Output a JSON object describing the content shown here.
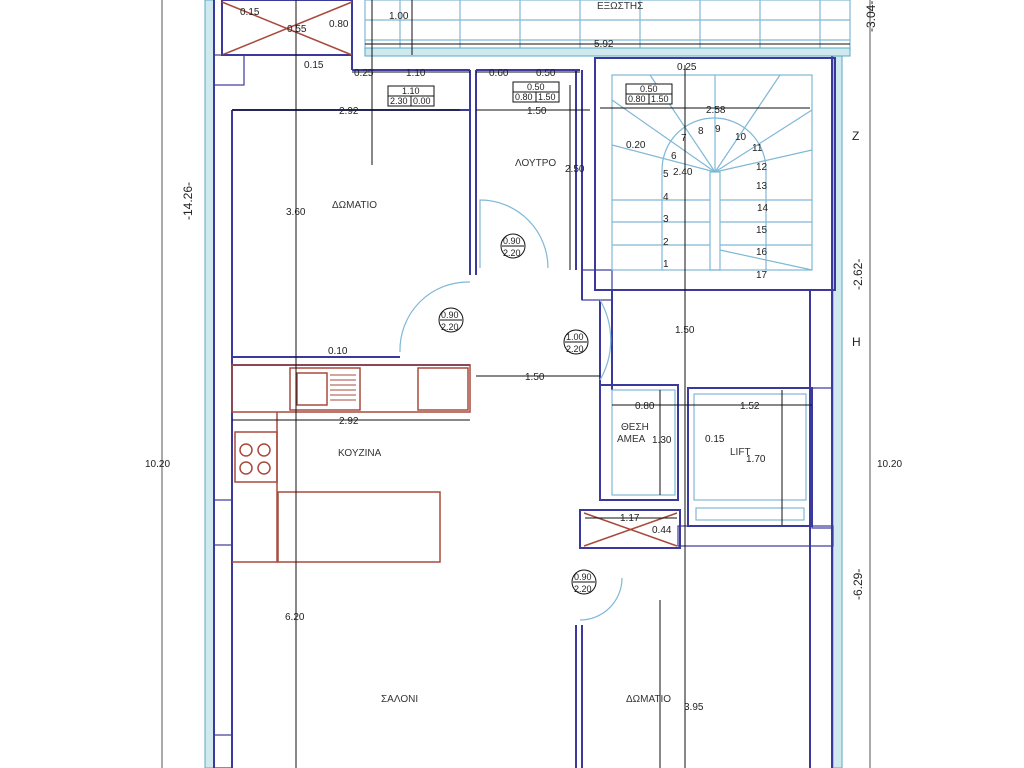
{
  "rooms": {
    "room_top": "ΔΩΜΑΤΙΟ",
    "bathroom": "ΛΟΥΤΡΟ",
    "kitchen": "ΚΟΥΖΙΝΑ",
    "living": "ΣΑΛΟΝΙ",
    "room_bottom": "ΔΩΜΑΤΙΟ",
    "balcony": "ΕΞΩΣΤΗΣ",
    "disabled_spot": [
      "ΘΕΣΗ",
      "ΑΜΕΑ"
    ],
    "lift": "LIFT"
  },
  "dimensions": {
    "d015a": "0.15",
    "d055": "0.55",
    "d080": "0.80",
    "d100": "1.00",
    "d592": "5.92",
    "d015b": "0.15",
    "d025a": "0.25",
    "d110": "1.10",
    "d060": "0.60",
    "d050": "0.50",
    "d025b": "0.25",
    "d292a": "2.92",
    "d150a": "1.50",
    "d258": "2.58",
    "d020": "0.20",
    "d250": "2.50",
    "d240": "2.40",
    "d360": "3.60",
    "d010": "0.10",
    "d150b": "1.50",
    "d150c": "1.50",
    "d292b": "2.92",
    "d080b": "0.80",
    "d152": "1.52",
    "d130": "1.30",
    "d015c": "0.15",
    "d170": "1.70",
    "d117": "1.17",
    "d044": "0.44",
    "d620": "6.20",
    "d395": "3.95",
    "left_total": "-14.26-",
    "left_1020": "10.20",
    "right_1020": "10.20",
    "right_304": "-3.04-",
    "right_262": "-2.62-",
    "right_629": "-6.29-"
  },
  "windows": [
    {
      "w": "1.10",
      "h": "2.30",
      "s": "0.00"
    },
    {
      "w": "0.50",
      "h": "0.80",
      "s": "1.50"
    },
    {
      "w": "0.50",
      "h": "0.80",
      "s": "1.50"
    }
  ],
  "doors": [
    {
      "w": "0.90",
      "h": "2.20"
    },
    {
      "w": "0.90",
      "h": "2.20"
    },
    {
      "w": "1.00",
      "h": "2.20"
    },
    {
      "w": "0.90",
      "h": "2.20"
    }
  ],
  "stairs": [
    "1",
    "2",
    "3",
    "4",
    "5",
    "6",
    "7",
    "8",
    "9",
    "10",
    "11",
    "12",
    "13",
    "14",
    "15",
    "16",
    "17"
  ],
  "orientation": {
    "z": "Z",
    "h": "H"
  }
}
